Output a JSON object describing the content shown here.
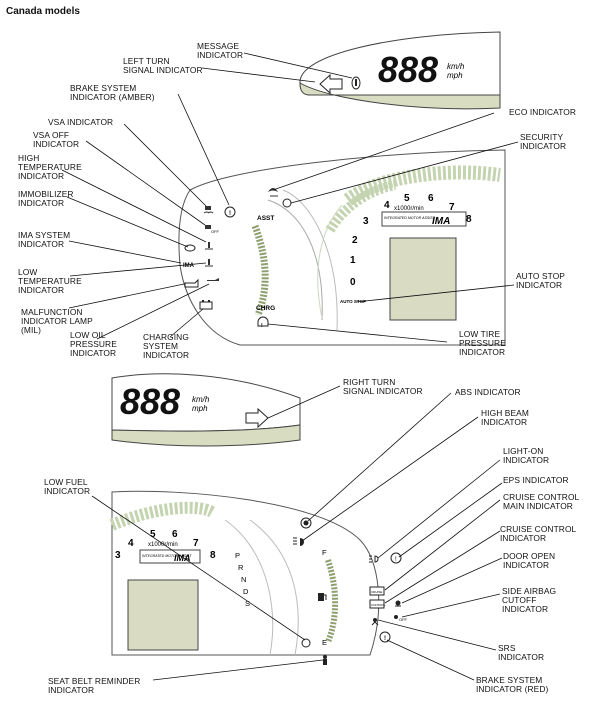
{
  "title": "Canada models",
  "speed_digits": "888",
  "speed_unit_top": "km/h",
  "speed_unit_bottom": "mph",
  "tach_unit": "x1000r/min",
  "tach_numbers": [
    "1",
    "2",
    "3",
    "4",
    "5",
    "6",
    "7",
    "8"
  ],
  "tach_zero": "0",
  "ima_badge_top": "INTEGRATED MOTOR ASSIST",
  "ima_badge": "IMA",
  "gauge_labels": {
    "asst": "ASST",
    "chrg": "CHRG",
    "auto_stop": "AUTO STOP"
  },
  "gear_letters": [
    "P",
    "R",
    "N",
    "D",
    "S"
  ],
  "fuel_full": "F",
  "fuel_empty": "E",
  "indicator_icons": {
    "left_turn": "arrow-left-icon",
    "message": "info-icon",
    "right_turn": "arrow-right-icon",
    "brake_amber": "brake-icon",
    "vsa": "skid-car-icon",
    "eco": "leaf-icon",
    "abs": "abs-icon",
    "high_beam": "headlight-icon",
    "low_fuel": "fuel-pump-icon",
    "seat_belt": "seat-belt-icon"
  },
  "labels": {
    "message": "MESSAGE\nINDICATOR",
    "left_turn": "LEFT TURN\nSIGNAL INDICATOR",
    "brake_amber": "BRAKE SYSTEM\nINDICATOR (AMBER)",
    "eco": "ECO INDICATOR",
    "vsa": "VSA INDICATOR",
    "vsa_off": "VSA OFF\nINDICATOR",
    "security": "SECURITY\nINDICATOR",
    "high_temp": "HIGH\nTEMPERATURE\nINDICATOR",
    "immobilizer": "IMMOBILIZER\nINDICATOR",
    "ima": "IMA SYSTEM\nINDICATOR",
    "low_temp": "LOW\nTEMPERATURE\nINDICATOR",
    "auto_stop": "AUTO STOP\nINDICATOR",
    "mil": "MALFUNCTION\nINDICATOR LAMP\n(MIL)",
    "low_oil": "LOW OIL\nPRESSURE\nINDICATOR",
    "charging": "CHARGING\nSYSTEM\nINDICATOR",
    "low_tire": "LOW TIRE\nPRESSURE\nINDICATOR",
    "right_turn": "RIGHT TURN\nSIGNAL INDICATOR",
    "abs": "ABS INDICATOR",
    "high_beam": "HIGH BEAM\nINDICATOR",
    "light_on": "LIGHT-ON\nINDICATOR",
    "eps": "EPS INDICATOR",
    "cruise_main": "CRUISE CONTROL\nMAIN INDICATOR",
    "low_fuel": "LOW FUEL\nINDICATOR",
    "cruise_control": "CRUISE CONTROL\nINDICATOR",
    "door_open": "DOOR OPEN\nINDICATOR",
    "side_airbag": "SIDE AIRBAG\nCUTOFF\nINDICATOR",
    "srs": "SRS\nINDICATOR",
    "seat_belt": "SEAT BELT REMINDER\nINDICATOR",
    "brake_red": "BRAKE SYSTEM\nINDICATOR (RED)"
  }
}
